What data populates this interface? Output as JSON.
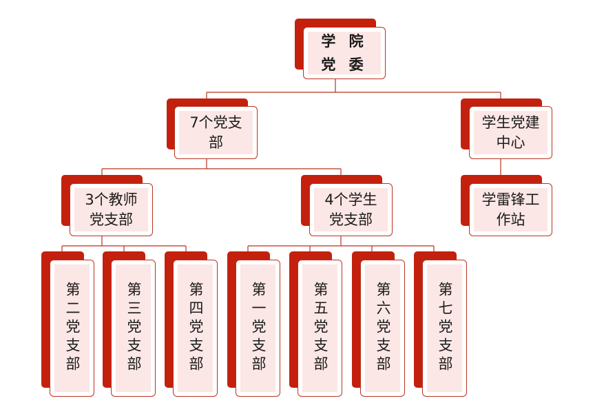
{
  "root": {
    "label_line1": "学 院",
    "label_line2": "党 委"
  },
  "level1": [
    {
      "label_line1": "7个党支",
      "label_line2": "部"
    },
    {
      "label_line1": "学生党建",
      "label_line2": "中心"
    }
  ],
  "level2": [
    {
      "label_line1": "3个教师",
      "label_line2": "党支部"
    },
    {
      "label_line1": "4个学生",
      "label_line2": "党支部"
    },
    {
      "label_line1": "学雷锋工",
      "label_line2": "作站"
    }
  ],
  "branches": [
    {
      "label": "第二党支部"
    },
    {
      "label": "第三党支部"
    },
    {
      "label": "第四党支部"
    },
    {
      "label": "第一党支部"
    },
    {
      "label": "第五党支部"
    },
    {
      "label": "第六党支部"
    },
    {
      "label": "第七党支部"
    }
  ],
  "colors": {
    "accent": "#c4200e",
    "border": "#b8321f",
    "fill": "#fbe7e5",
    "line": "#b8321f"
  }
}
